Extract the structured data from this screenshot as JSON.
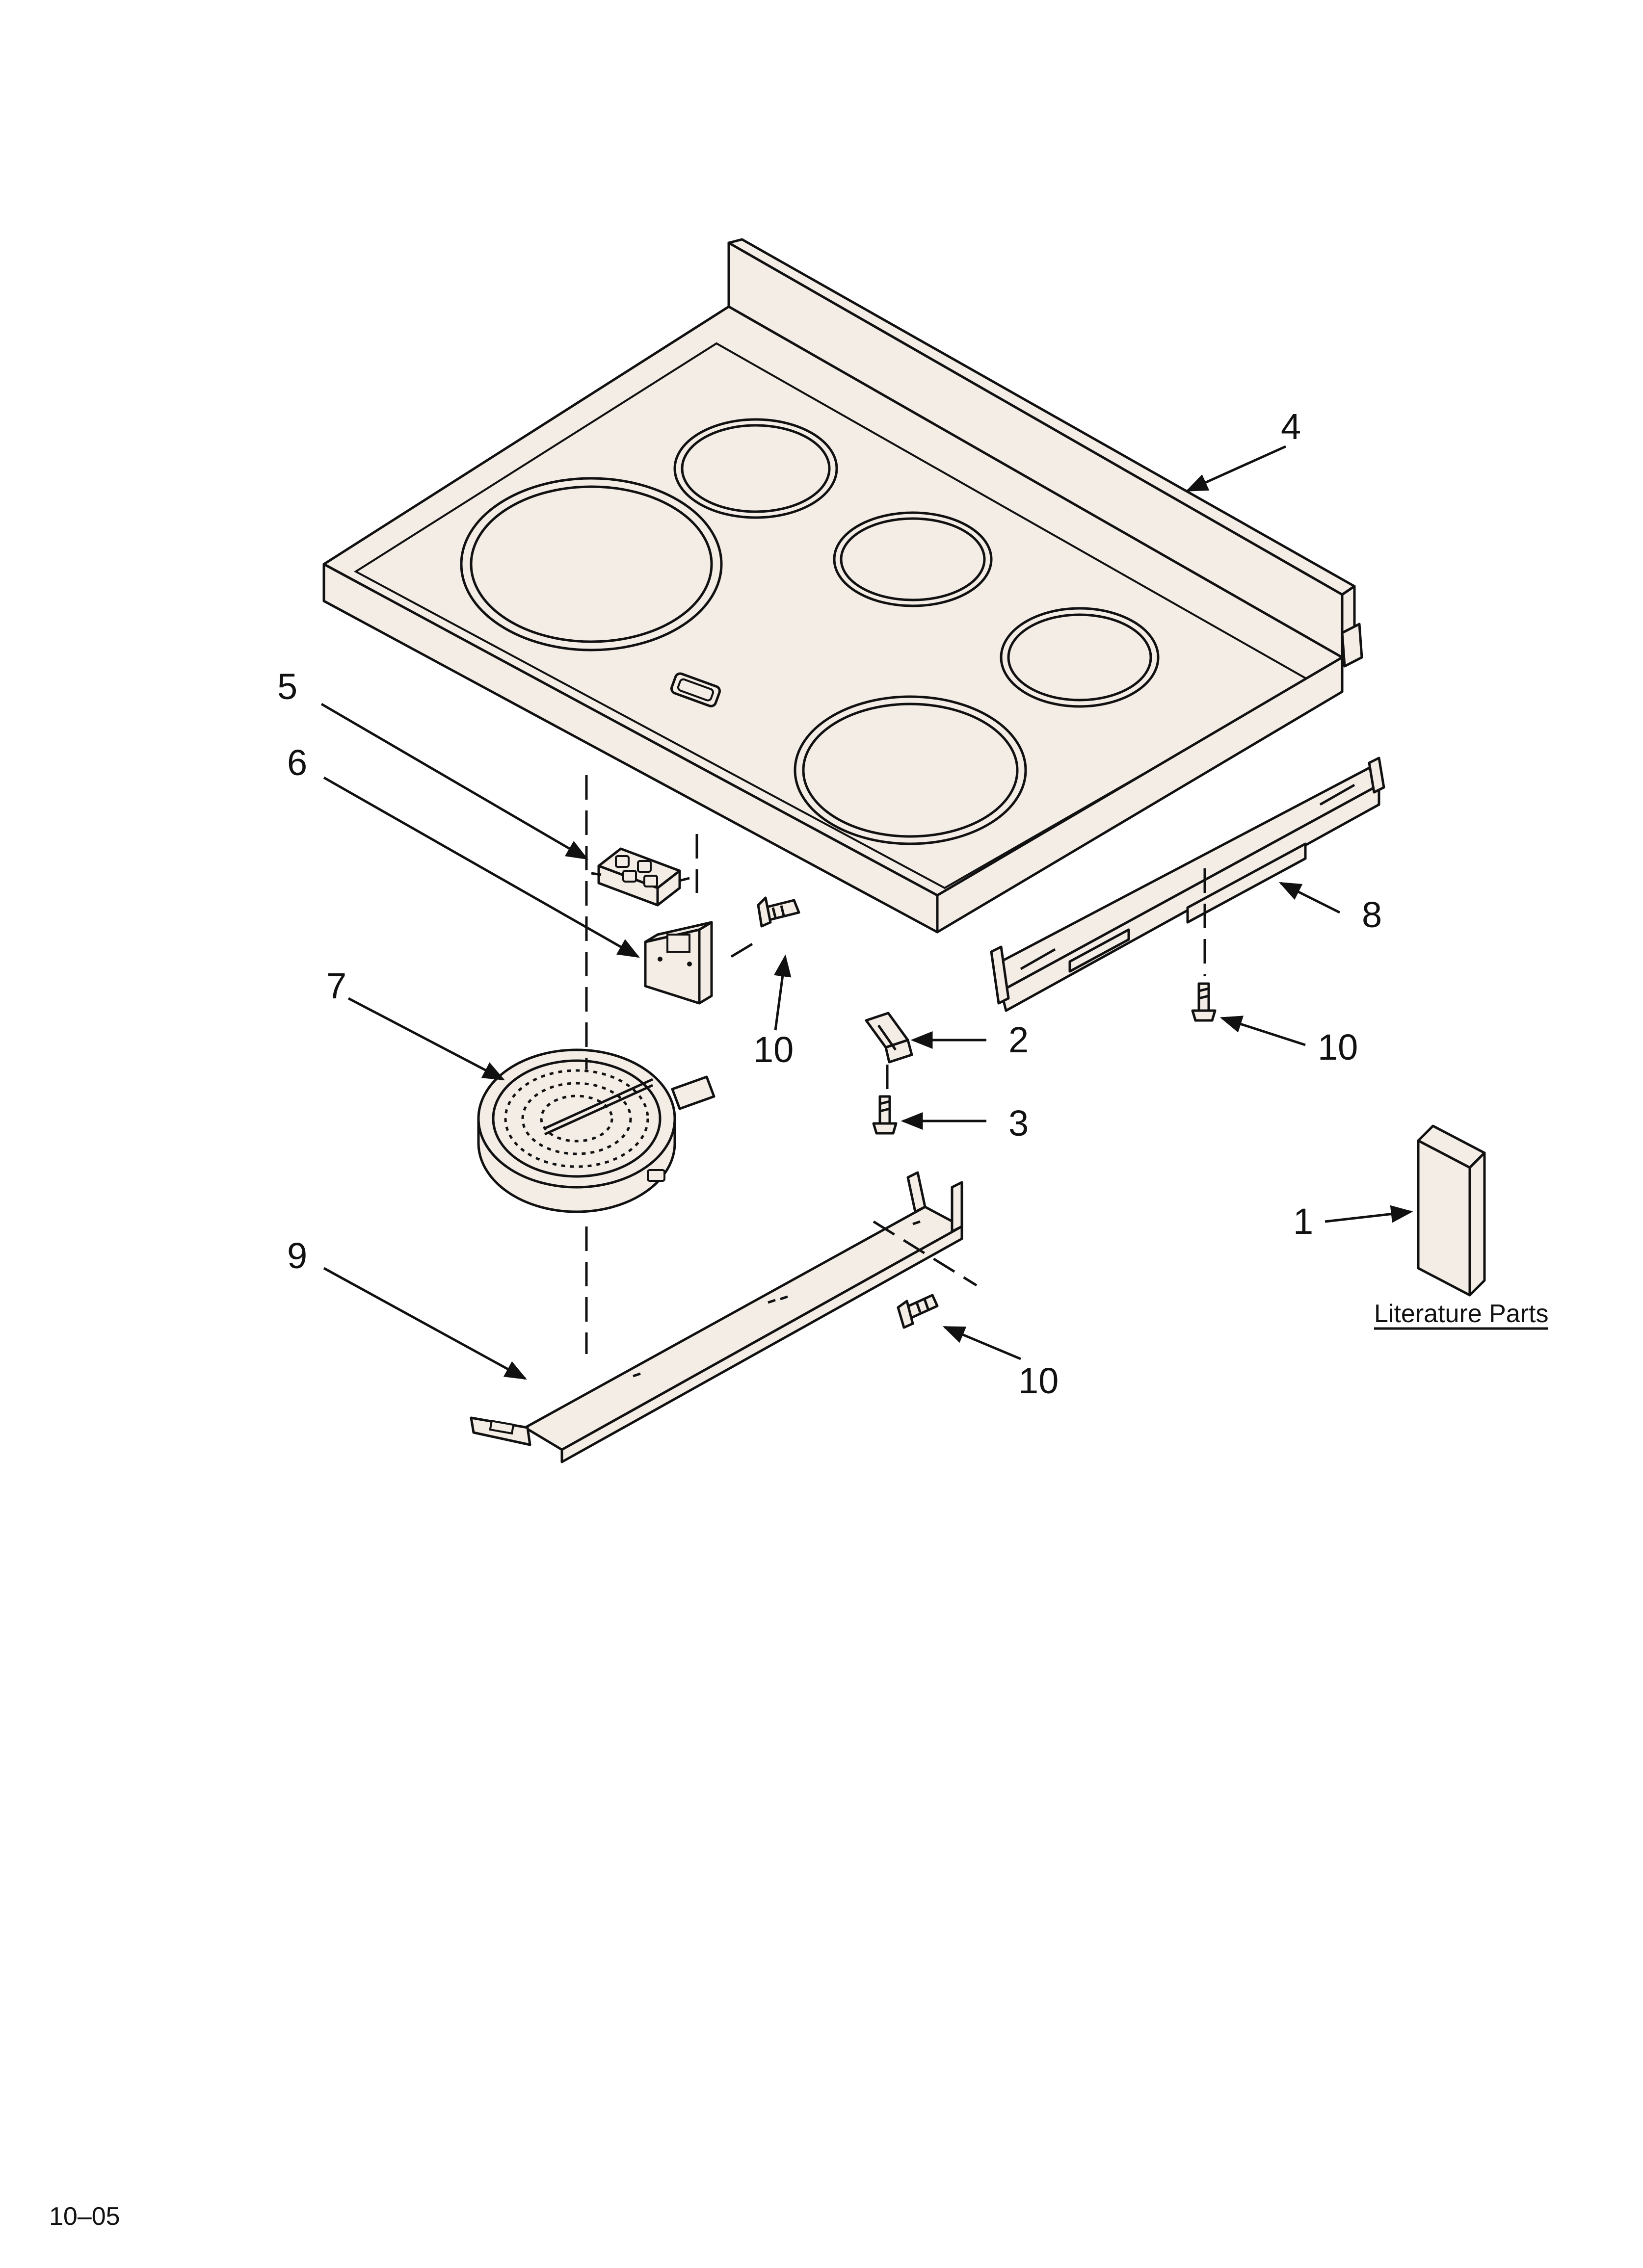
{
  "diagram": {
    "callouts": {
      "c1": "1",
      "c2": "2",
      "c3": "3",
      "c4": "4",
      "c5": "5",
      "c6": "6",
      "c7": "7",
      "c8": "8",
      "c9": "9",
      "c10a": "10",
      "c10b": "10",
      "c10c": "10"
    },
    "literature_label": "Literature Parts",
    "footer_code": "10–05"
  },
  "colors": {
    "line": "#111111",
    "part_fill": "#f4ede6",
    "background": "#ffffff"
  }
}
